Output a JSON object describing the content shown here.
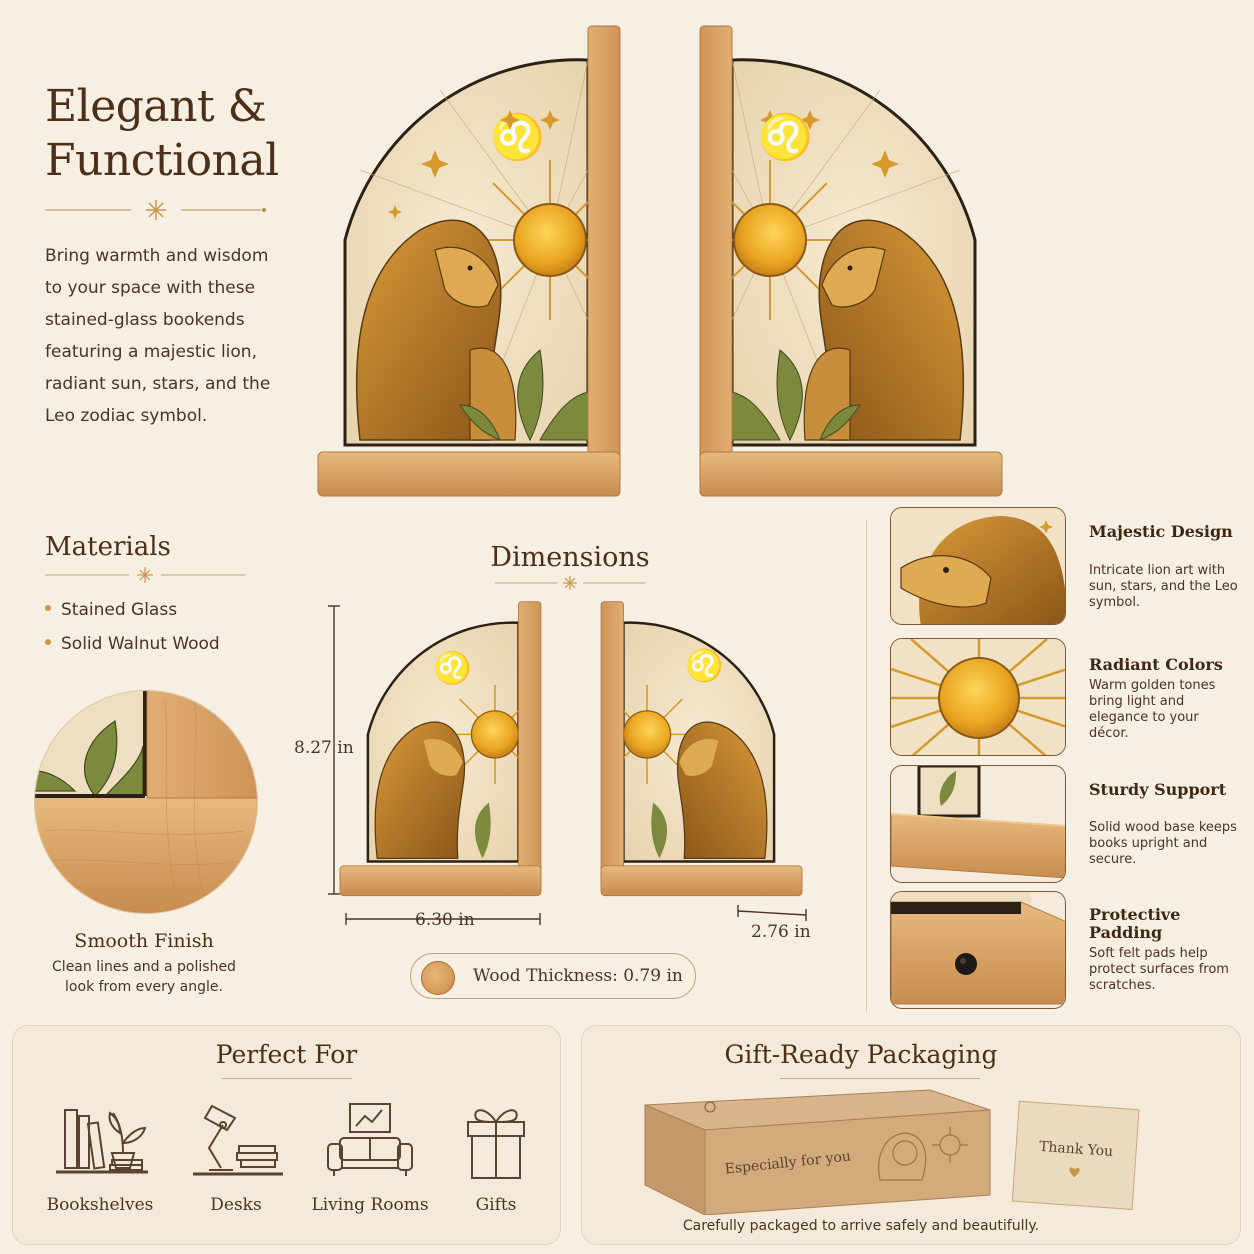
{
  "hero": {
    "title_line1": "Elegant &",
    "title_line2": "Functional",
    "description": "Bring warmth and wisdom to your space with these stained-glass bookends featuring a majestic lion, radiant sun, stars, and the Leo zodiac symbol."
  },
  "materials": {
    "title": "Materials",
    "items": [
      "Stained Glass",
      "Solid Walnut Wood"
    ]
  },
  "finish": {
    "title": "Smooth Finish",
    "description": "Clean lines and a polished look from every angle."
  },
  "dimensions": {
    "title": "Dimensions",
    "height": "8.27 in",
    "width": "6.30 in",
    "depth": "2.76 in",
    "thickness": "Wood Thickness: 0.79 in"
  },
  "features": [
    {
      "title": "Majestic Design",
      "description": "Intricate lion art with sun, stars, and the Leo symbol."
    },
    {
      "title": "Radiant Colors",
      "description": "Warm golden tones bring light and elegance to your décor."
    },
    {
      "title": "Sturdy Support",
      "description": "Solid wood base keeps books upright and secure."
    },
    {
      "title": "Protective Padding",
      "description": "Soft felt pads help protect surfaces from scratches."
    }
  ],
  "perfect_for": {
    "title": "Perfect For",
    "items": [
      {
        "label": "Bookshelves",
        "icon": "bookshelf-icon"
      },
      {
        "label": "Desks",
        "icon": "desk-lamp-icon"
      },
      {
        "label": "Living Rooms",
        "icon": "sofa-icon"
      },
      {
        "label": "Gifts",
        "icon": "gift-icon"
      }
    ]
  },
  "gift": {
    "title": "Gift-Ready Packaging",
    "box_text": "Especially for you",
    "card_text": "Thank You",
    "caption": "Carefully packaged to arrive safely and beautifully."
  },
  "colors": {
    "background": "#f7efe2",
    "heading": "#4b2f18",
    "accent_gold": "#c9954a",
    "wood": "#d9a66a"
  }
}
